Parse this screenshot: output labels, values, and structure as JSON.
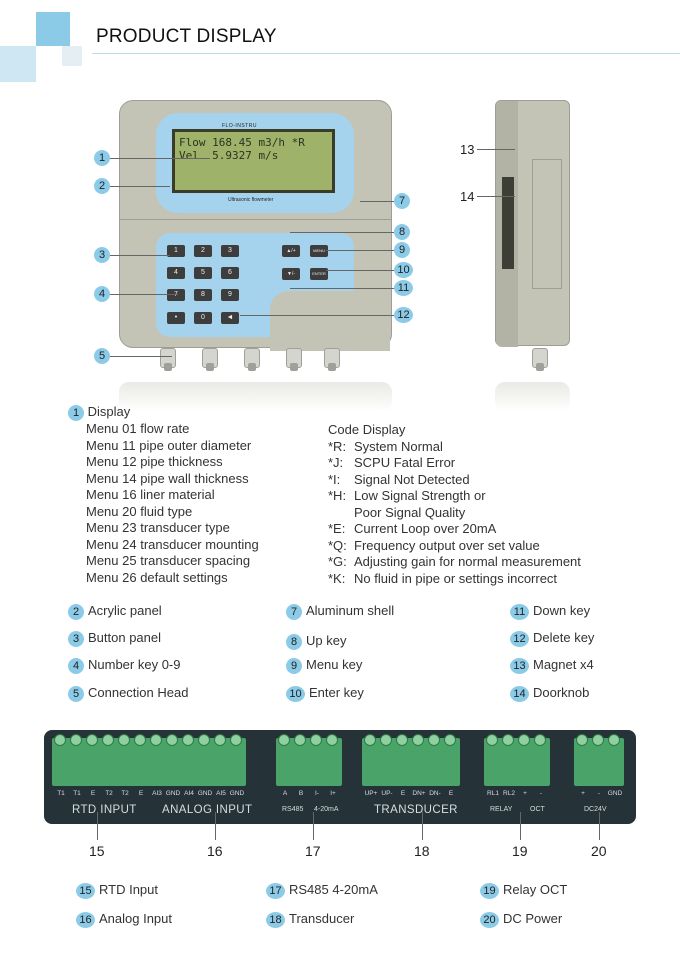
{
  "header": {
    "title": "PRODUCT DISPLAY"
  },
  "device": {
    "brand": "FLO-INSTRU",
    "subtitle": "Ultrasonic flowmeter",
    "lcd_line1": "Flow 168.45 m3/h *R",
    "lcd_line2": "Vel  5.9327 m/s",
    "keys": [
      "1",
      "2",
      "3",
      "4",
      "5",
      "6",
      "7",
      "8",
      "9",
      "•",
      "0",
      "◄"
    ],
    "nav_keys": {
      "up": "▲/+",
      "down": "▼/-",
      "menu": "MENU",
      "enter": "ENTER"
    }
  },
  "callouts": [
    "1",
    "2",
    "3",
    "4",
    "5",
    "7",
    "8",
    "9",
    "10",
    "11",
    "12",
    "13",
    "14"
  ],
  "display_section": {
    "badge": "1",
    "heading": "Display",
    "menus": [
      "Menu 01 flow rate",
      "Menu 11 pipe outer diameter",
      "Menu 12 pipe thickness",
      "Menu 14 pipe wall thickness",
      "Menu 16 liner material",
      "Menu 20 fluid type",
      "Menu 23 transducer type",
      "Menu 24 transducer mounting",
      "Menu 25 transducer spacing",
      "Menu 26 default settings"
    ]
  },
  "code_display": {
    "heading": "Code Display",
    "codes": [
      {
        "code": "*R:",
        "text": "System Normal"
      },
      {
        "code": "*J:",
        "text": "SCPU Fatal Error"
      },
      {
        "code": "*I:",
        "text": "Signal Not Detected"
      },
      {
        "code": "*H:",
        "text": "Low Signal Strength or"
      },
      {
        "code": "",
        "text": "Poor Signal Quality"
      },
      {
        "code": "*E:",
        "text": "Current Loop over 20mA"
      },
      {
        "code": "*Q:",
        "text": "Frequency output over set value"
      },
      {
        "code": "*G:",
        "text": "Adjusting gain for normal measurement"
      },
      {
        "code": "*K:",
        "text": "No fluid in pipe or settings incorrect"
      }
    ]
  },
  "legend": [
    {
      "num": "2",
      "label": "Acrylic panel"
    },
    {
      "num": "3",
      "label": "Button panel"
    },
    {
      "num": "4",
      "label": "Number key 0-9"
    },
    {
      "num": "5",
      "label": "Connection Head"
    },
    {
      "num": "7",
      "label": "Aluminum shell"
    },
    {
      "num": "8",
      "label": "Up key"
    },
    {
      "num": "9",
      "label": "Menu key"
    },
    {
      "num": "10",
      "label": "Enter key"
    },
    {
      "num": "11",
      "label": "Down key"
    },
    {
      "num": "12",
      "label": "Delete key"
    },
    {
      "num": "13",
      "label": "Magnet x4"
    },
    {
      "num": "14",
      "label": "Doorknob"
    }
  ],
  "terminals": {
    "rtd": [
      "T1",
      "T1",
      "E",
      "T2",
      "T2",
      "E"
    ],
    "analog": [
      "AI3",
      "GND",
      "AI4",
      "GND",
      "AI5",
      "GND"
    ],
    "rs485": [
      "A",
      "B",
      "I-",
      "I+"
    ],
    "transducer": [
      "UP+",
      "UP-",
      "E",
      "DN+",
      "DN-",
      "E"
    ],
    "relay": [
      "RL1",
      "RL2",
      "+",
      "-"
    ],
    "dc": [
      "+",
      "-",
      "GND"
    ],
    "group_labels": {
      "rtd": "RTD INPUT",
      "analog": "ANALOG INPUT",
      "rs485": "RS485",
      "loop": "4-20mA",
      "transducer": "TRANSDUCER",
      "relay": "RELAY",
      "oct": "OCT",
      "dc": "DC24V"
    },
    "numbers": [
      "15",
      "16",
      "17",
      "18",
      "19",
      "20"
    ]
  },
  "bottom_legend": [
    {
      "num": "15",
      "label": "RTD Input"
    },
    {
      "num": "16",
      "label": "Analog Input"
    },
    {
      "num": "17",
      "label": "RS485 4-20mA"
    },
    {
      "num": "18",
      "label": "Transducer"
    },
    {
      "num": "19",
      "label": "Relay OCT"
    },
    {
      "num": "20",
      "label": "DC Power"
    }
  ],
  "colors": {
    "accent": "#8ccbe8",
    "terminal_green": "#4aa368",
    "board": "#253238",
    "shell": "#c3c4b5"
  }
}
